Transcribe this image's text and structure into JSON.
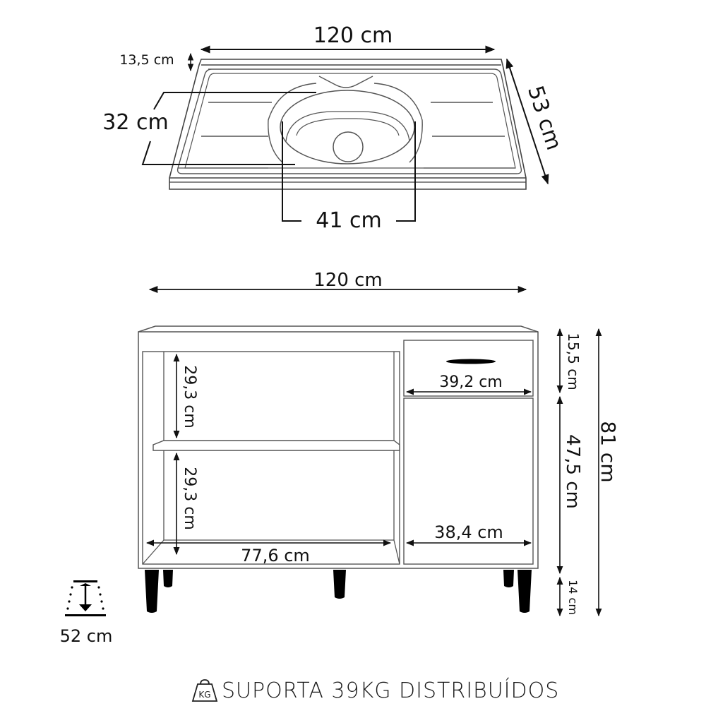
{
  "sink_top_view": {
    "width_label": "120 cm",
    "backsplash_label": "13,5 cm",
    "depth_label": "53 cm",
    "bowl_depth_label": "32 cm",
    "bowl_width_label": "41 cm"
  },
  "cabinet_front_view": {
    "total_width_label": "120 cm",
    "shelf_upper_height_label": "29,3 cm",
    "shelf_lower_height_label": "29,3 cm",
    "open_compartment_width_label": "77,6 cm",
    "drawer_width_label": "39,2 cm",
    "door_width_label": "38,4 cm",
    "drawer_height_label": "15,5 cm",
    "door_height_label": "47,5 cm",
    "leg_height_label": "14 cm",
    "total_height_label": "81 cm"
  },
  "depth_indicator": {
    "icon": "depth-icon",
    "label": "52 cm"
  },
  "footer": {
    "icon": "kg-weight-icon",
    "icon_text": "KG",
    "text": "SUPORTA 39KG DISTRIBUÍDOS"
  }
}
